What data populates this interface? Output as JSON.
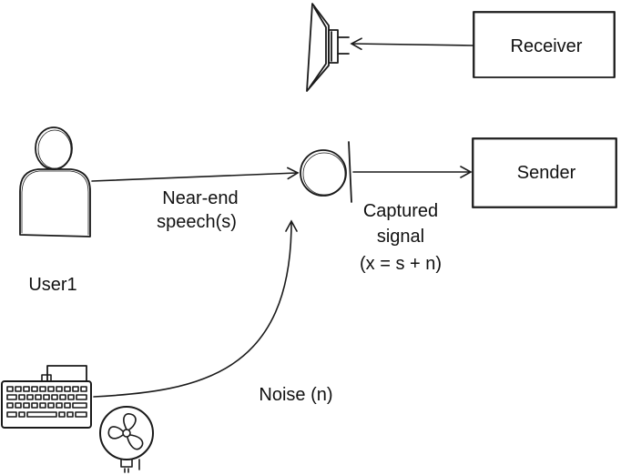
{
  "nodes": {
    "receiver": "Receiver",
    "sender": "Sender",
    "user": "User1"
  },
  "edges": {
    "speech_line1": "Near-end",
    "speech_line2": "speech(s)",
    "captured_line1": "Captured",
    "captured_line2": "signal",
    "captured_line3": "(x = s + n)",
    "noise": "Noise (n)"
  },
  "icons": {
    "speaker": "speaker-icon",
    "microphone": "microphone-icon",
    "user": "user-icon",
    "keyboard": "keyboard-icon",
    "fan": "fan-icon"
  },
  "colors": {
    "ink": "#1a1a1a",
    "background": "#ffffff"
  }
}
